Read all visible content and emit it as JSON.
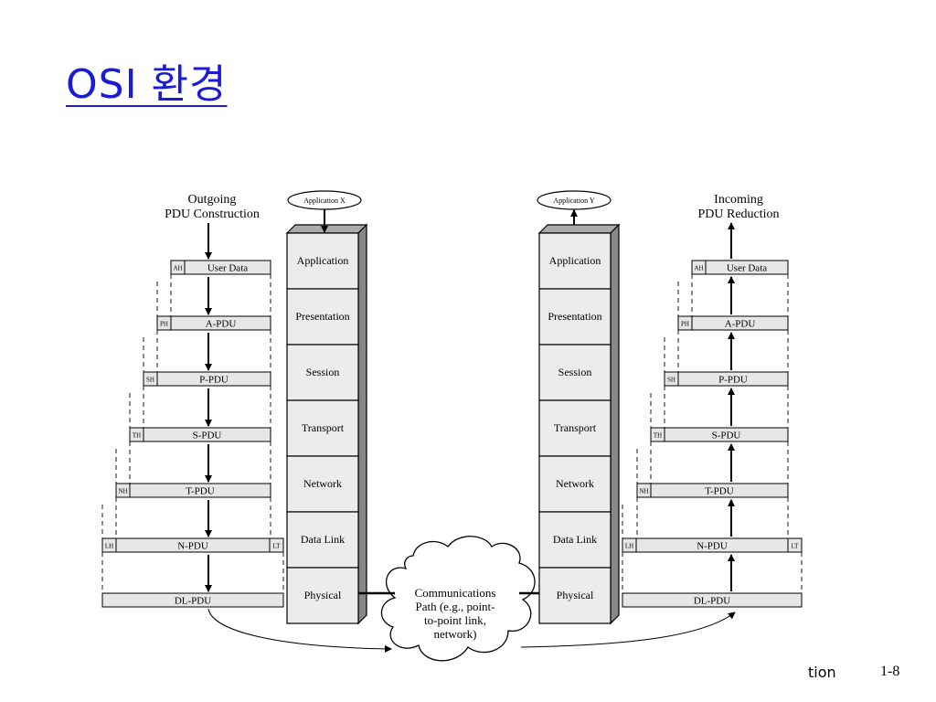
{
  "title": "OSI 환경",
  "footer": {
    "label": "tion",
    "page": "1-8"
  },
  "outgoing_heading": [
    "Outgoing",
    "PDU Construction"
  ],
  "incoming_heading": [
    "Incoming",
    "PDU Reduction"
  ],
  "app_x": "Application X",
  "app_y": "Application Y",
  "layers": [
    "Application",
    "Presentation",
    "Session",
    "Transport",
    "Network",
    "Data Link",
    "Physical"
  ],
  "outgoing_pdus": [
    {
      "header": "AH",
      "label": "User Data",
      "trailer": ""
    },
    {
      "header": "PH",
      "label": "A-PDU",
      "trailer": ""
    },
    {
      "header": "SH",
      "label": "P-PDU",
      "trailer": ""
    },
    {
      "header": "TH",
      "label": "S-PDU",
      "trailer": ""
    },
    {
      "header": "NH",
      "label": "T-PDU",
      "trailer": ""
    },
    {
      "header": "LH",
      "label": "N-PDU",
      "trailer": "LT"
    },
    {
      "header": "",
      "label": "DL-PDU",
      "trailer": ""
    }
  ],
  "incoming_pdus": [
    {
      "header": "AH",
      "label": "User Data",
      "trailer": ""
    },
    {
      "header": "PH",
      "label": "A-PDU",
      "trailer": ""
    },
    {
      "header": "SH",
      "label": "P-PDU",
      "trailer": ""
    },
    {
      "header": "TH",
      "label": "S-PDU",
      "trailer": ""
    },
    {
      "header": "NH",
      "label": "T-PDU",
      "trailer": ""
    },
    {
      "header": "LH",
      "label": "N-PDU",
      "trailer": "LT"
    },
    {
      "header": "",
      "label": "DL-PDU",
      "trailer": ""
    }
  ],
  "comm_path": [
    "Communications",
    "Path (e.g., point-",
    "to-point link,",
    "network)"
  ],
  "colors": {
    "title": "#1a1ad8",
    "box_fill": "#e6e6e6",
    "stack_side": "#888888",
    "stack_top": "#aaaaaa"
  }
}
